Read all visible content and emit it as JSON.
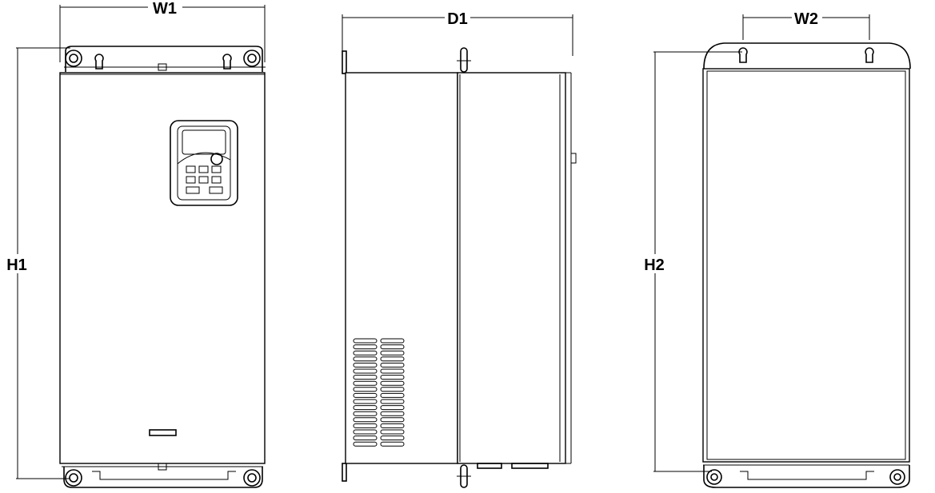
{
  "dimensions": {
    "w1": "W1",
    "d1": "D1",
    "w2": "W2",
    "h1": "H1",
    "h2": "H2"
  },
  "colors": {
    "line": "#000000",
    "background": "#ffffff"
  }
}
